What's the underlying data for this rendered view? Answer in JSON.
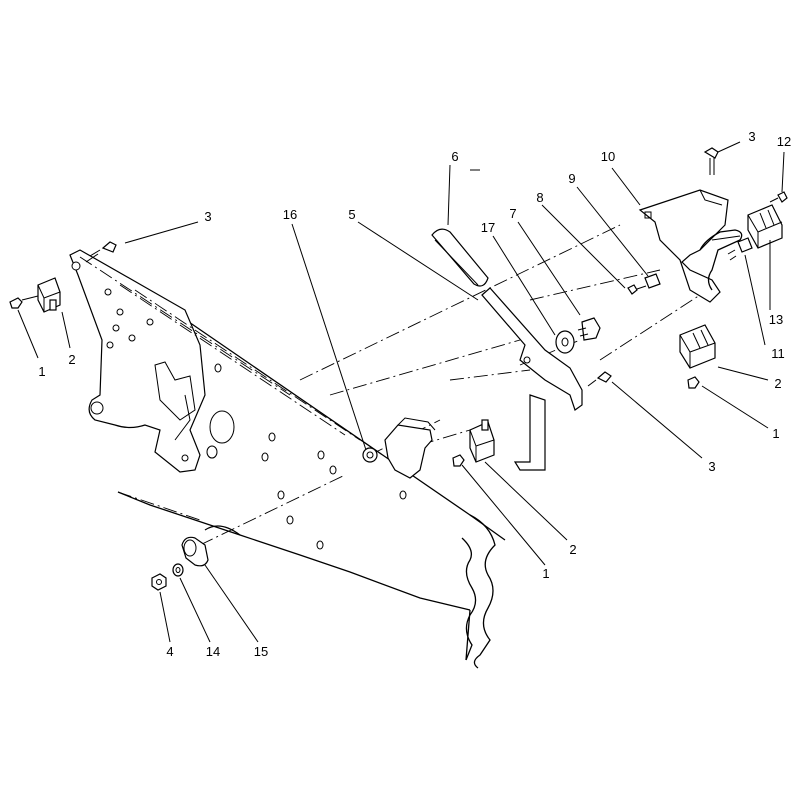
{
  "diagram": {
    "callouts": [
      {
        "id": "c1",
        "label": "1"
      },
      {
        "id": "c2",
        "label": "2"
      },
      {
        "id": "c3",
        "label": "3"
      },
      {
        "id": "c4",
        "label": "3"
      },
      {
        "id": "c5",
        "label": "3"
      },
      {
        "id": "c6",
        "label": "4"
      },
      {
        "id": "c7",
        "label": "5"
      },
      {
        "id": "c8",
        "label": "6"
      },
      {
        "id": "c9",
        "label": "7"
      },
      {
        "id": "c10",
        "label": "8"
      },
      {
        "id": "c11",
        "label": "9"
      },
      {
        "id": "c12",
        "label": "10"
      },
      {
        "id": "c13",
        "label": "12"
      },
      {
        "id": "c14",
        "label": "13"
      },
      {
        "id": "c15",
        "label": "11"
      },
      {
        "id": "c16",
        "label": "2"
      },
      {
        "id": "c17",
        "label": "1"
      },
      {
        "id": "c18",
        "label": "16"
      },
      {
        "id": "c19",
        "label": "17"
      },
      {
        "id": "c20",
        "label": "2"
      },
      {
        "id": "c21",
        "label": "1"
      },
      {
        "id": "c22",
        "label": "14"
      },
      {
        "id": "c23",
        "label": "15"
      }
    ]
  }
}
